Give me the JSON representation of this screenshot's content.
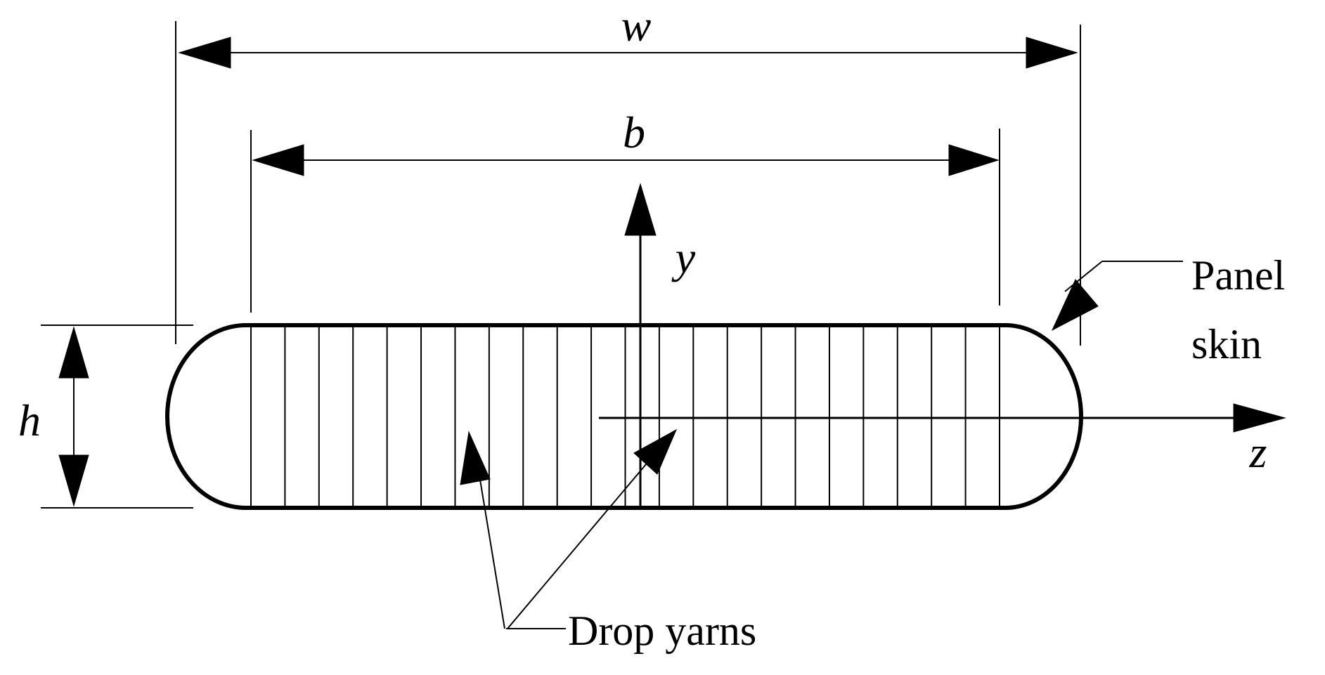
{
  "diagram": {
    "labels": {
      "w": "w",
      "b": "b",
      "h": "h",
      "y": "y",
      "z": "z",
      "panel_skin_line1": "Panel",
      "panel_skin_line2": "skin",
      "drop_yarns": "Drop yarns"
    },
    "colors": {
      "stroke": "#000000",
      "background": "#ffffff"
    }
  }
}
